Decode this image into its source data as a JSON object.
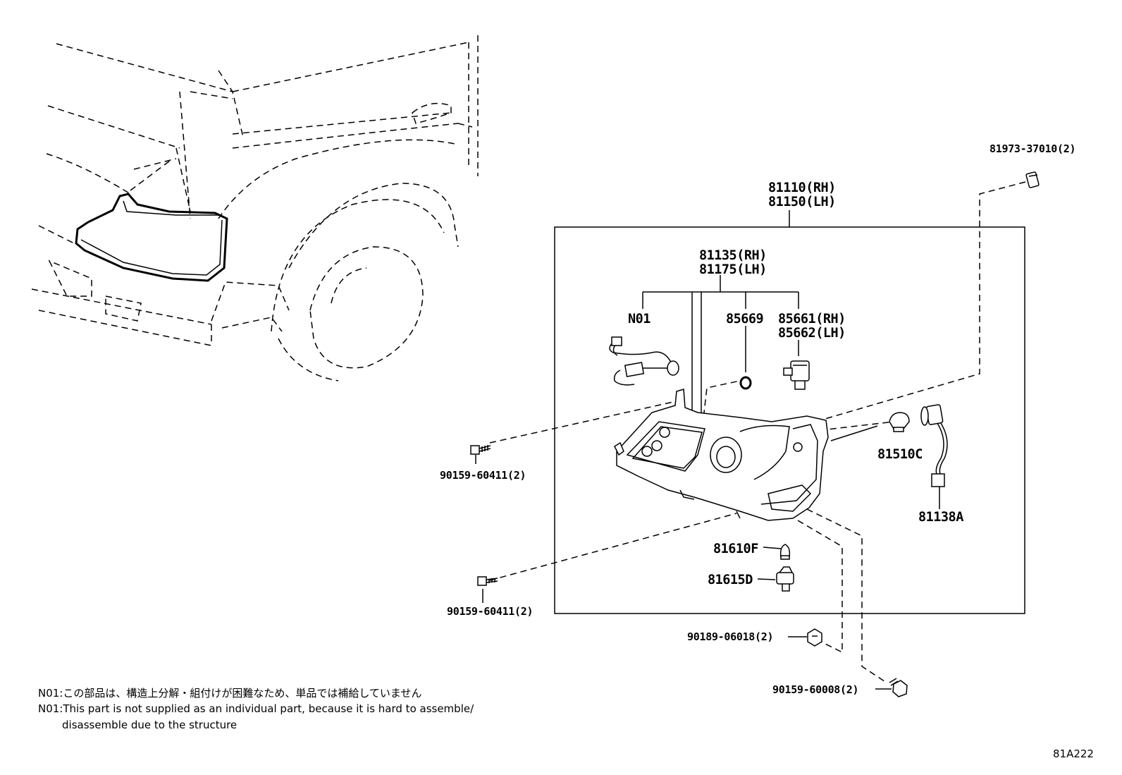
{
  "labels": {
    "assy_rh": "81110(RH)",
    "assy_lh": "81150(LH)",
    "sub_rh": "81135(RH)",
    "sub_lh": "81175(LH)",
    "n01": "N01",
    "p85669": "85669",
    "p85661": "85661(RH)",
    "p85662": "85662(LH)",
    "p81973": "81973-37010(2)",
    "p90159a": "90159-60411(2)",
    "p90159b": "90159-60411(2)",
    "p81510c": "81510C",
    "p81138a": "81138A",
    "p81610f": "81610F",
    "p81615d": "81615D",
    "p90189": "90189-06018(2)",
    "p90159c": "90159-60008(2)"
  },
  "notes": {
    "jp": "N01:この部品は、構造上分解・組付けが困難なため、単品では補給していません",
    "en_line1": "N01:This part is not supplied as an individual part, because it is hard to assemble/",
    "en_line2": "disassemble due to the structure"
  },
  "diagram_code": "81A222"
}
